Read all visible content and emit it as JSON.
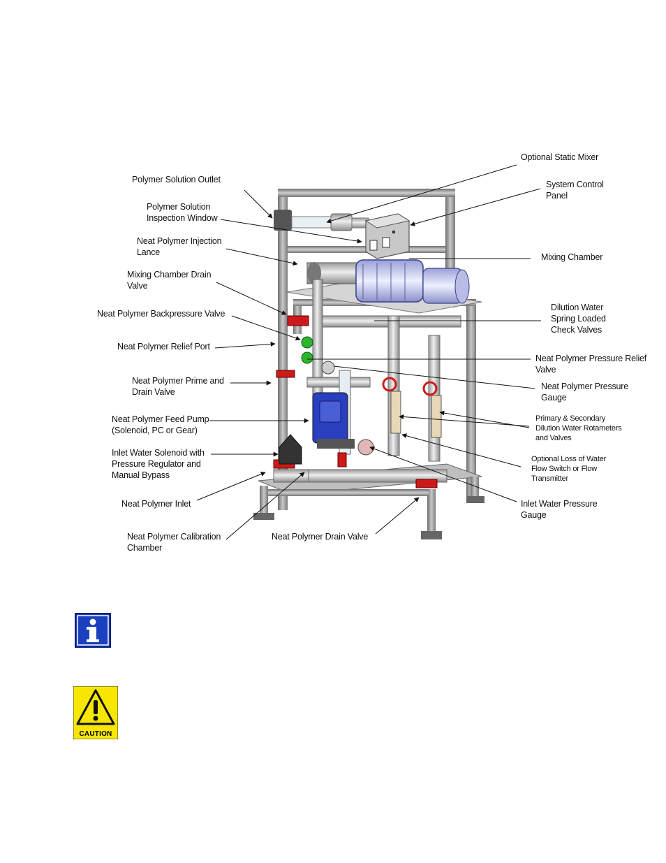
{
  "labels": {
    "static_mixer": "Optional Static Mixer",
    "control_panel": "System Control\nPanel",
    "solution_outlet": "Polymer Solution Outlet",
    "inspection_window": "Polymer Solution\nInspection Window",
    "injection_lance": "Neat Polymer Injection\nLance",
    "mixing_chamber": "Mixing Chamber",
    "chamber_drain": "Mixing Chamber Drain\nValve",
    "dilution_check": "Dilution Water\nSpring Loaded\nCheck Valves",
    "backpressure_valve": "Neat Polymer Backpressure Valve",
    "relief_port": "Neat Polymer Relief Port",
    "pressure_relief_valve": "Neat Polymer Pressure Relief\nValve",
    "prime_drain": "Neat Polymer Prime and\nDrain Valve",
    "pressure_gauge": "Neat Polymer Pressure\nGauge",
    "feed_pump": "Neat Polymer Feed Pump\n(Solenoid, PC or Gear)",
    "rotameters": "Primary & Secondary\nDilution Water Rotameters\nand Valves",
    "inlet_solenoid": "Inlet Water Solenoid with\nPressure Regulator and\nManual Bypass",
    "loss_of_flow": "Optional Loss of Water\nFlow Switch or Flow\nTransmitter",
    "neat_inlet": "Neat Polymer Inlet",
    "inlet_pressure_gauge": "Inlet Water Pressure\nGauge",
    "calibration_chamber": "Neat Polymer Calibration\nChamber",
    "drain_valve": "Neat Polymer Drain Valve"
  },
  "icons": {
    "info": "info-icon",
    "caution": "caution-icon",
    "caution_text": "CAUTION"
  },
  "colors": {
    "info_blue": "#1a3fbf",
    "caution_yellow": "#f7e600",
    "pump_blue": "#2a3fbf",
    "valve_red": "#cc1a1a",
    "check_green": "#2bb52b",
    "frame_gray": "#8a8a8a"
  }
}
